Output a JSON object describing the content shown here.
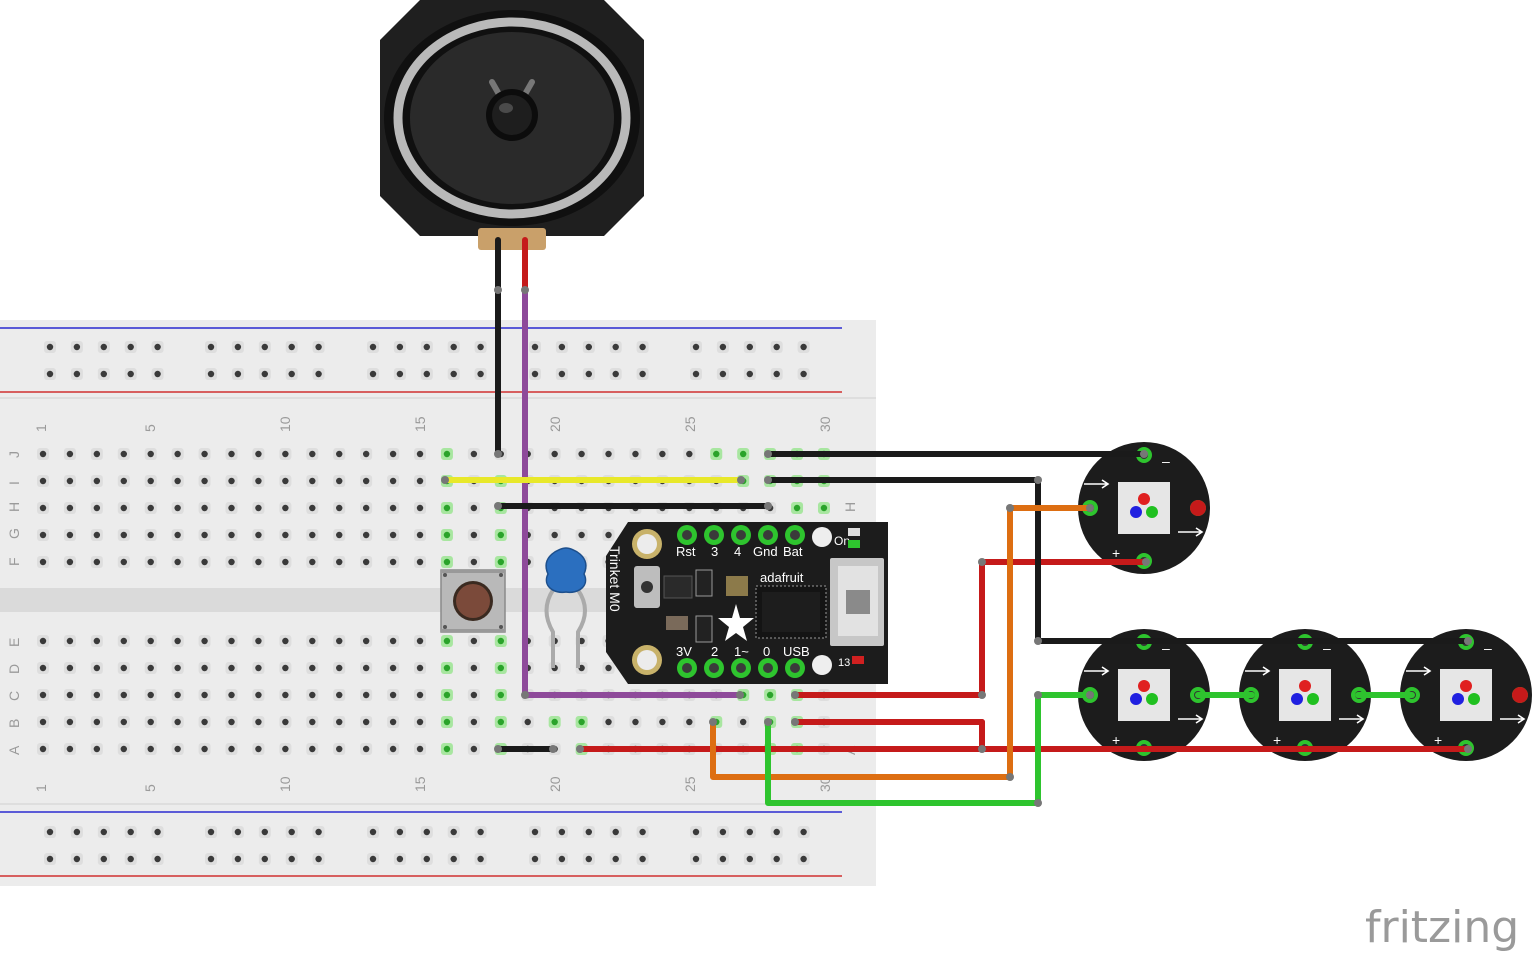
{
  "breadboard": {
    "col_labels_top": [
      "1",
      "5",
      "10",
      "15",
      "20",
      "25",
      "30"
    ],
    "col_labels_bottom": [
      "1",
      "5",
      "10",
      "15",
      "20",
      "25",
      "30"
    ],
    "row_labels_top": [
      "J",
      "I",
      "H",
      "G",
      "F"
    ],
    "row_labels_bottom": [
      "E",
      "D",
      "C",
      "B",
      "A"
    ],
    "right_row_label_h": "H",
    "right_row_label_a": "A"
  },
  "trinket": {
    "name": "Trinket M0",
    "brand": "adafruit",
    "top_pins": [
      "Rst",
      "3",
      "4",
      "Gnd",
      "Bat"
    ],
    "bottom_pins": [
      "3V",
      "2",
      "1~",
      "0",
      "USB"
    ],
    "on_label": "On",
    "led_label": "13"
  },
  "neopixels": {
    "minus": "–",
    "plus": "+"
  },
  "watermark": "fritzing",
  "colors": {
    "wire_black": "#1a1a1a",
    "wire_red": "#c51a1a",
    "wire_purple": "#8e4a9a",
    "wire_yellow": "#e8e82a",
    "wire_orange": "#dd6e12",
    "wire_green": "#2ec42e",
    "rail_blue": "#2b2bd0",
    "rail_red": "#d03030",
    "breadboard": "#ececec",
    "pcb": "#1c1c1c"
  }
}
